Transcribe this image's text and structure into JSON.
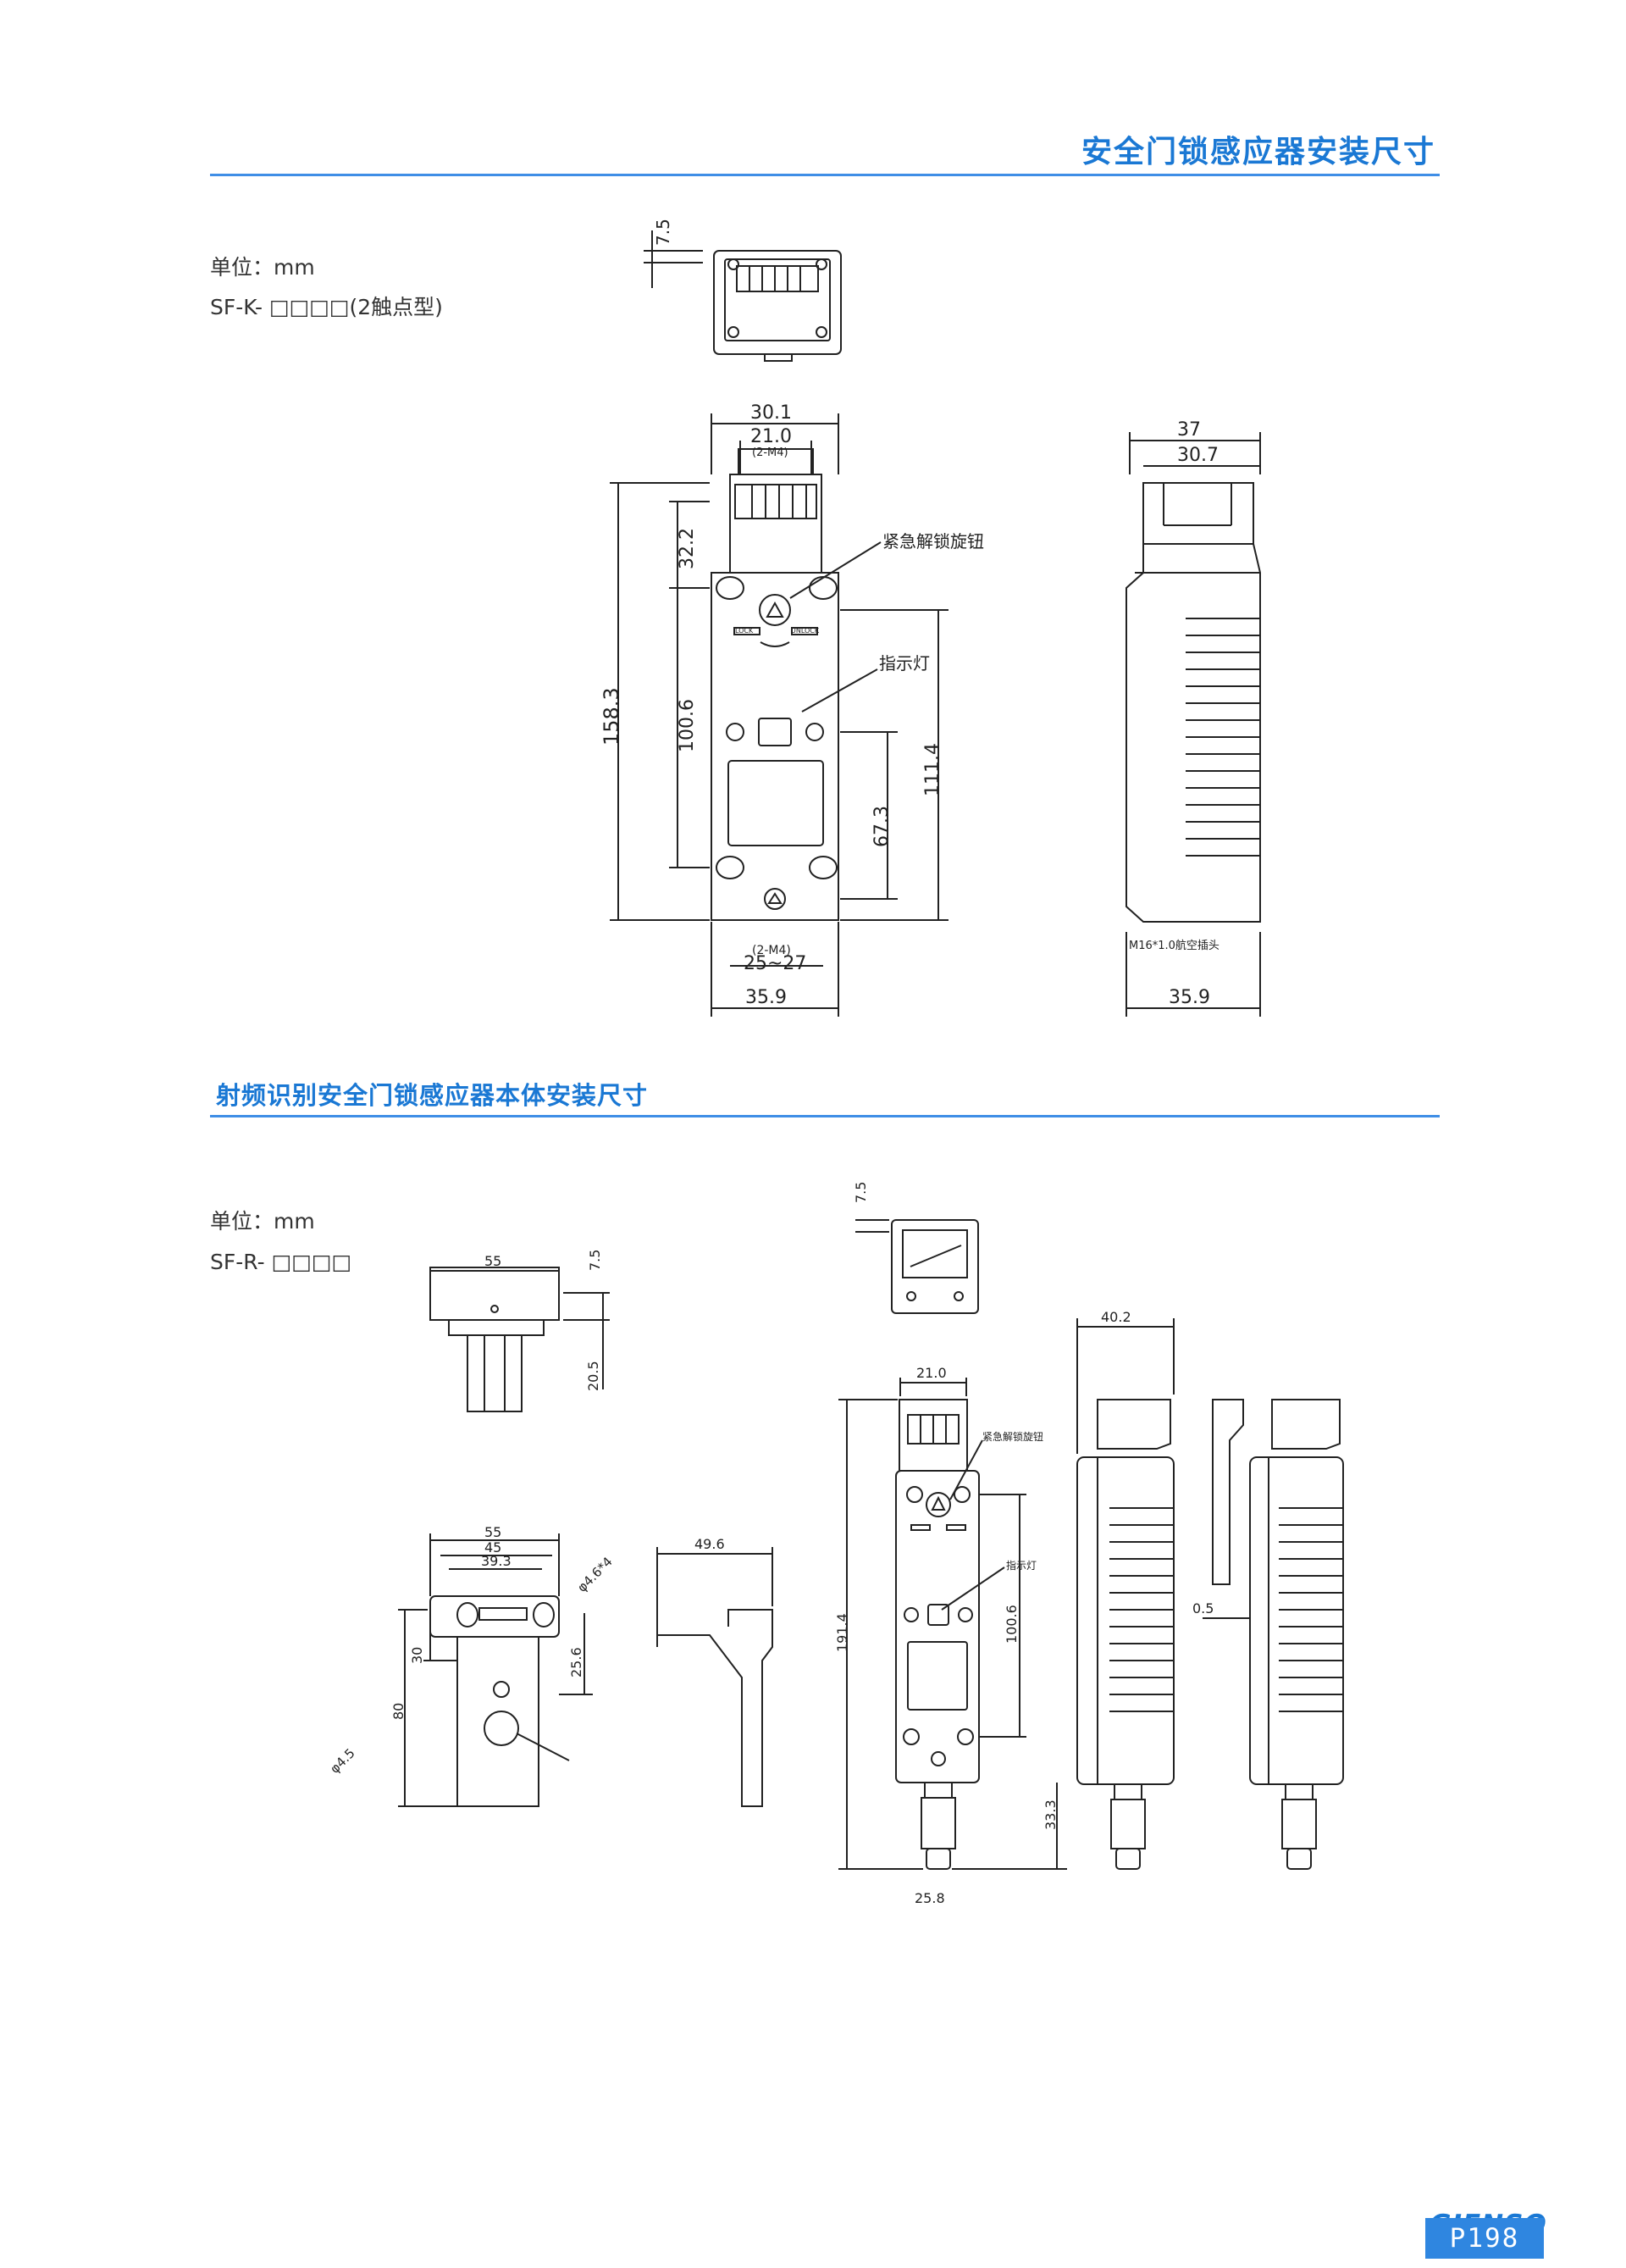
{
  "header": {
    "title": "安全门锁感应器安装尺寸"
  },
  "section1": {
    "unit": "单位：mm",
    "model": "SF-K- □□□□(2触点型)",
    "dims": {
      "top_offset": "7.5",
      "width_outer": "30.1",
      "width_inner": "21.0",
      "thread_top": "(2-M4)",
      "height_total": "158.3",
      "height_upper": "32.2",
      "height_mid": "100.6",
      "height_right": "111.4",
      "height_lower": "67.3",
      "thread_bottom": "(2-M4)",
      "range_bottom": "25~27",
      "width_bottom": "35.9",
      "side_width_outer": "37",
      "side_width_inner": "30.7",
      "side_width_bottom": "35.9"
    },
    "labels": {
      "release_knob": "紧急解锁旋钮",
      "indicator": "指示灯",
      "connector": "M16*1.0航空插头",
      "lock": "LOCK",
      "unlock": "UNLOCK"
    }
  },
  "section2": {
    "title": "射频识别安全门锁感应器本体安装尺寸",
    "unit": "单位：mm",
    "model": "SF-R- □□□□",
    "dims": {
      "top_offset": "7.5",
      "actuator_width": "55",
      "actuator_offset": "7.5",
      "actuator_height": "20.5",
      "bracket_w1": "55",
      "bracket_w2": "45",
      "bracket_w3": "39.3",
      "bracket_hole": "φ4.6*4",
      "bracket_h1": "30",
      "bracket_h2": "25.6",
      "bracket_h3": "80",
      "bracket_hole2": "φ4.5",
      "side_width": "49.6",
      "front_width": "21.0",
      "front_height": "191.4",
      "front_mid": "100.6",
      "front_bottom": "33.3",
      "front_bottom_width": "25.8",
      "side_depth": "40.2",
      "side_gap": "0.5"
    },
    "labels": {
      "release_knob": "紧急解锁旋钮",
      "indicator": "指示灯"
    }
  },
  "footer": {
    "brand": "GIENSO",
    "page": "P198"
  }
}
